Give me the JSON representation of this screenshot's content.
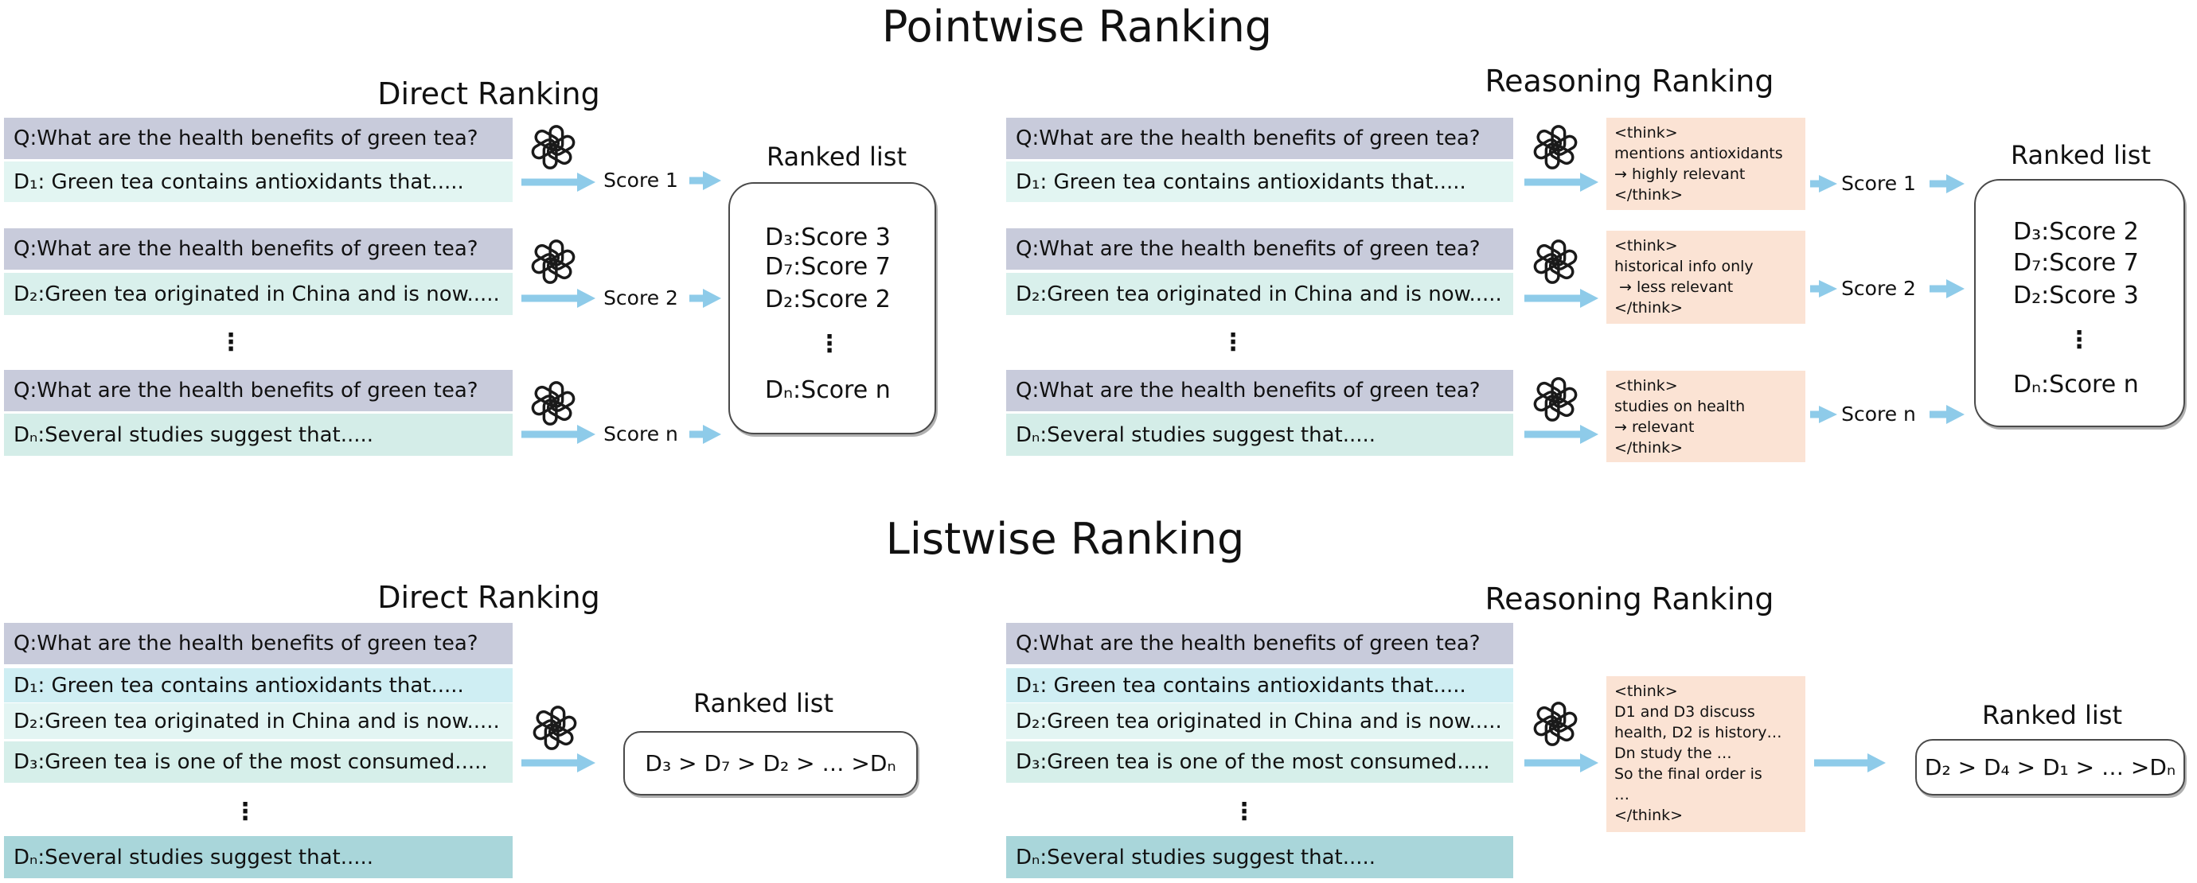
{
  "pointwise": {
    "title": "Pointwise Ranking",
    "direct": {
      "title": "Direct Ranking",
      "rows": [
        {
          "query": "Q:What are the health benefits of green tea?",
          "doc": "D₁: Green tea contains antioxidants that.....",
          "score": "Score 1"
        },
        {
          "query": "Q:What are the health benefits of green tea?",
          "doc": "D₂:Green tea originated in China and is now.....",
          "score": "Score 2"
        },
        {
          "query": "Q:What are the health benefits of green tea?",
          "doc": "Dₙ:Several studies suggest that.....",
          "score": "Score n"
        }
      ],
      "ellipsis": "⋮",
      "ranked_list": {
        "title": "Ranked list",
        "items": [
          "D₃:Score 3",
          "D₇:Score 7",
          "D₂:Score 2",
          "⋮",
          "Dₙ:Score n"
        ]
      }
    },
    "reasoning": {
      "title": "Reasoning Ranking",
      "rows": [
        {
          "query": "Q:What are the health benefits of green tea?",
          "doc": "D₁: Green tea contains antioxidants that.....",
          "think": [
            "<think>",
            "mentions antioxidants",
            "→ highly relevant",
            "</think>"
          ],
          "score": "Score 1"
        },
        {
          "query": "Q:What are the health benefits of green tea?",
          "doc": "D₂:Green tea originated in China and is now.....",
          "think": [
            "<think>",
            "historical info only",
            " → less relevant",
            "</think>"
          ],
          "score": "Score 2"
        },
        {
          "query": "Q:What are the health benefits of green tea?",
          "doc": "Dₙ:Several studies suggest that.....",
          "think": [
            "<think>",
            "studies on health",
            "→ relevant",
            "</think>"
          ],
          "score": "Score n"
        }
      ],
      "ellipsis": "⋮",
      "ranked_list": {
        "title": "Ranked list",
        "items": [
          "D₃:Score 2",
          "D₇:Score 7",
          "D₂:Score 3",
          "⋮",
          "Dₙ:Score n"
        ]
      }
    }
  },
  "listwise": {
    "title": "Listwise Ranking",
    "direct": {
      "title": "Direct Ranking",
      "query": "Q:What are the health benefits of green tea?",
      "docs": [
        "D₁: Green tea contains antioxidants that.....",
        "D₂:Green tea originated in China and is now.....",
        "D₃:Green tea is one of the most consumed....."
      ],
      "ellipsis": "⋮",
      "last_doc": "Dₙ:Several studies suggest that.....",
      "ranked_list": {
        "title": "Ranked list",
        "order": "D₃ > D₇ > D₂ > … >Dₙ"
      }
    },
    "reasoning": {
      "title": "Reasoning Ranking",
      "query": "Q:What are the health benefits of green tea?",
      "docs": [
        "D₁: Green tea contains antioxidants that.....",
        "D₂:Green tea originated in China and is now.....",
        "D₃:Green tea is one of the most consumed....."
      ],
      "ellipsis": "⋮",
      "last_doc": "Dₙ:Several studies suggest that.....",
      "think": [
        "<think>",
        "D1 and D3 discuss",
        "health, D2 is history…",
        "Dn study the …",
        "So the final order is",
        "…",
        "</think>"
      ],
      "ranked_list": {
        "title": "Ranked list",
        "order": "D₂ > D₄ > D₁ > … >Dₙ"
      }
    }
  },
  "icons": {
    "model_logo": "openai-logo-icon",
    "flow_arrow": "arrow-icon"
  },
  "colors": {
    "query_bg": "#c8cbdb",
    "doc1_bg": "#e2f5f2",
    "doc2_bg": "#d9f0ec",
    "docn_bg": "#d4ede8",
    "list_doc1_bg": "#cfeef3",
    "list_doc2_bg": "#e3f5f3",
    "list_doc3_bg": "#d6efea",
    "list_docn_bg": "#a9d6da",
    "think_bg": "#fbe3d4",
    "arrow": "#8ecbe9",
    "ink": "#111111"
  }
}
